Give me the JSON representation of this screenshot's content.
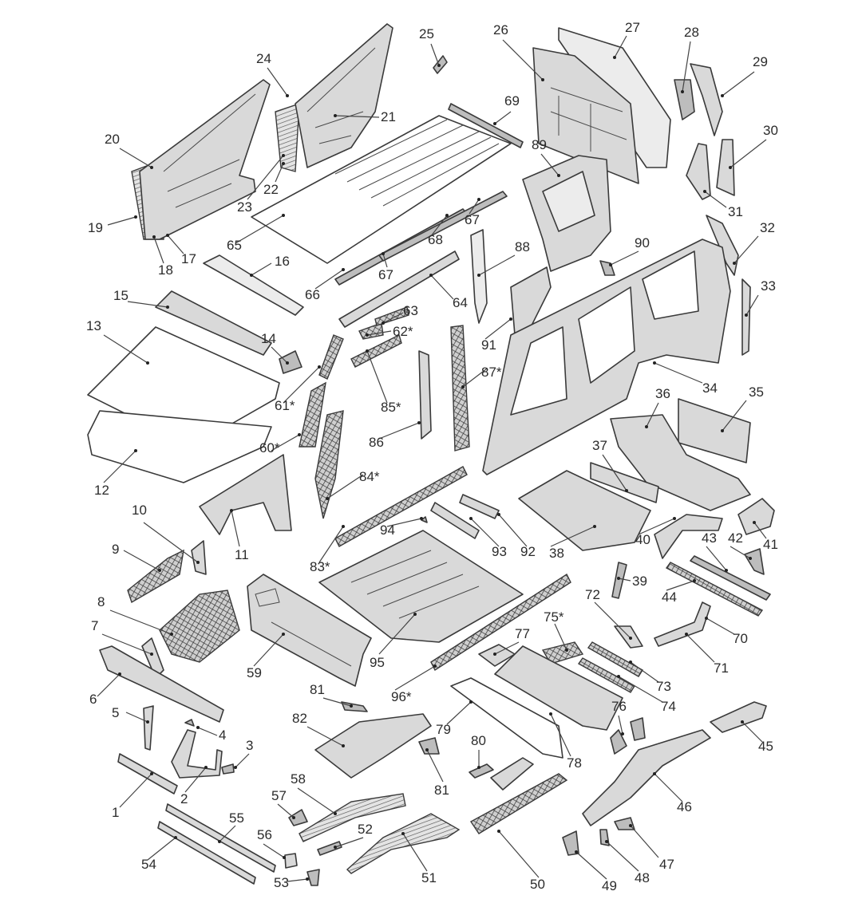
{
  "diagram": {
    "title": "Vehicle body structure exploded view",
    "line_color": "#3a3a3a",
    "panel_fill": "#d9d9d9",
    "background": "#ffffff"
  },
  "callouts": [
    {
      "id": "1",
      "label": "1"
    },
    {
      "id": "2",
      "label": "2"
    },
    {
      "id": "3",
      "label": "3"
    },
    {
      "id": "4",
      "label": "4"
    },
    {
      "id": "5",
      "label": "5"
    },
    {
      "id": "6",
      "label": "6"
    },
    {
      "id": "7",
      "label": "7"
    },
    {
      "id": "8",
      "label": "8"
    },
    {
      "id": "9",
      "label": "9"
    },
    {
      "id": "10",
      "label": "10"
    },
    {
      "id": "11",
      "label": "11"
    },
    {
      "id": "12",
      "label": "12"
    },
    {
      "id": "13",
      "label": "13"
    },
    {
      "id": "14",
      "label": "14"
    },
    {
      "id": "15",
      "label": "15"
    },
    {
      "id": "16",
      "label": "16"
    },
    {
      "id": "17",
      "label": "17"
    },
    {
      "id": "18",
      "label": "18"
    },
    {
      "id": "19",
      "label": "19"
    },
    {
      "id": "20",
      "label": "20"
    },
    {
      "id": "21",
      "label": "21"
    },
    {
      "id": "22",
      "label": "22"
    },
    {
      "id": "23",
      "label": "23"
    },
    {
      "id": "24",
      "label": "24"
    },
    {
      "id": "25",
      "label": "25"
    },
    {
      "id": "26",
      "label": "26"
    },
    {
      "id": "27",
      "label": "27"
    },
    {
      "id": "28",
      "label": "28"
    },
    {
      "id": "29",
      "label": "29"
    },
    {
      "id": "30",
      "label": "30"
    },
    {
      "id": "31",
      "label": "31"
    },
    {
      "id": "32",
      "label": "32"
    },
    {
      "id": "33",
      "label": "33"
    },
    {
      "id": "34",
      "label": "34"
    },
    {
      "id": "35",
      "label": "35"
    },
    {
      "id": "36",
      "label": "36"
    },
    {
      "id": "37",
      "label": "37"
    },
    {
      "id": "38",
      "label": "38"
    },
    {
      "id": "39",
      "label": "39"
    },
    {
      "id": "40",
      "label": "40"
    },
    {
      "id": "41",
      "label": "41"
    },
    {
      "id": "42",
      "label": "42"
    },
    {
      "id": "43",
      "label": "43"
    },
    {
      "id": "44",
      "label": "44"
    },
    {
      "id": "45",
      "label": "45"
    },
    {
      "id": "46",
      "label": "46"
    },
    {
      "id": "47",
      "label": "47"
    },
    {
      "id": "48",
      "label": "48"
    },
    {
      "id": "49",
      "label": "49"
    },
    {
      "id": "50",
      "label": "50"
    },
    {
      "id": "51",
      "label": "51"
    },
    {
      "id": "52",
      "label": "52"
    },
    {
      "id": "53",
      "label": "53"
    },
    {
      "id": "54",
      "label": "54"
    },
    {
      "id": "55",
      "label": "55"
    },
    {
      "id": "56",
      "label": "56"
    },
    {
      "id": "57",
      "label": "57"
    },
    {
      "id": "58",
      "label": "58"
    },
    {
      "id": "59",
      "label": "59"
    },
    {
      "id": "60",
      "label": "60*"
    },
    {
      "id": "61",
      "label": "61*"
    },
    {
      "id": "62",
      "label": "62*"
    },
    {
      "id": "63",
      "label": "63"
    },
    {
      "id": "64",
      "label": "64"
    },
    {
      "id": "65",
      "label": "65"
    },
    {
      "id": "66",
      "label": "66"
    },
    {
      "id": "67a",
      "label": "67"
    },
    {
      "id": "67b",
      "label": "67"
    },
    {
      "id": "68",
      "label": "68"
    },
    {
      "id": "69",
      "label": "69"
    },
    {
      "id": "70",
      "label": "70"
    },
    {
      "id": "71",
      "label": "71"
    },
    {
      "id": "72",
      "label": "72"
    },
    {
      "id": "73",
      "label": "73"
    },
    {
      "id": "74",
      "label": "74"
    },
    {
      "id": "75",
      "label": "75*"
    },
    {
      "id": "76",
      "label": "76"
    },
    {
      "id": "77",
      "label": "77"
    },
    {
      "id": "78",
      "label": "78"
    },
    {
      "id": "79",
      "label": "79"
    },
    {
      "id": "80",
      "label": "80"
    },
    {
      "id": "81a",
      "label": "81"
    },
    {
      "id": "81b",
      "label": "81"
    },
    {
      "id": "82",
      "label": "82"
    },
    {
      "id": "83",
      "label": "83*"
    },
    {
      "id": "84",
      "label": "84*"
    },
    {
      "id": "85",
      "label": "85*"
    },
    {
      "id": "86",
      "label": "86"
    },
    {
      "id": "87",
      "label": "87*"
    },
    {
      "id": "88",
      "label": "88"
    },
    {
      "id": "89",
      "label": "89"
    },
    {
      "id": "90",
      "label": "90"
    },
    {
      "id": "91",
      "label": "91"
    },
    {
      "id": "92",
      "label": "92"
    },
    {
      "id": "93",
      "label": "93"
    },
    {
      "id": "94",
      "label": "94"
    },
    {
      "id": "95",
      "label": "95"
    },
    {
      "id": "96",
      "label": "96*"
    }
  ]
}
